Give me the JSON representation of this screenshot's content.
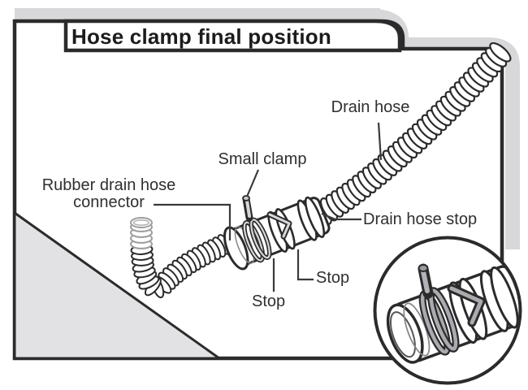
{
  "title": "Hose clamp final position",
  "labels": {
    "drain_hose": "Drain hose",
    "small_clamp": "Small clamp",
    "connector_line1": "Rubber drain hose",
    "connector_line2": "connector",
    "drain_hose_stop": "Drain hose stop",
    "stop_upper": "Stop",
    "stop_lower": "Stop"
  },
  "colors": {
    "line": "#2b2b2b",
    "leader": "#3a3a3a",
    "shadow": "#d8d8db",
    "panel_fill": "#e2e2e5",
    "clamp_metal_light": "#d8d8dc",
    "clamp_metal_inset": "#aaaab0",
    "faded_hose_end": "#9d9d9d",
    "text": "#2f2f2f",
    "title": "#1c1c1c",
    "background": "#ffffff"
  }
}
